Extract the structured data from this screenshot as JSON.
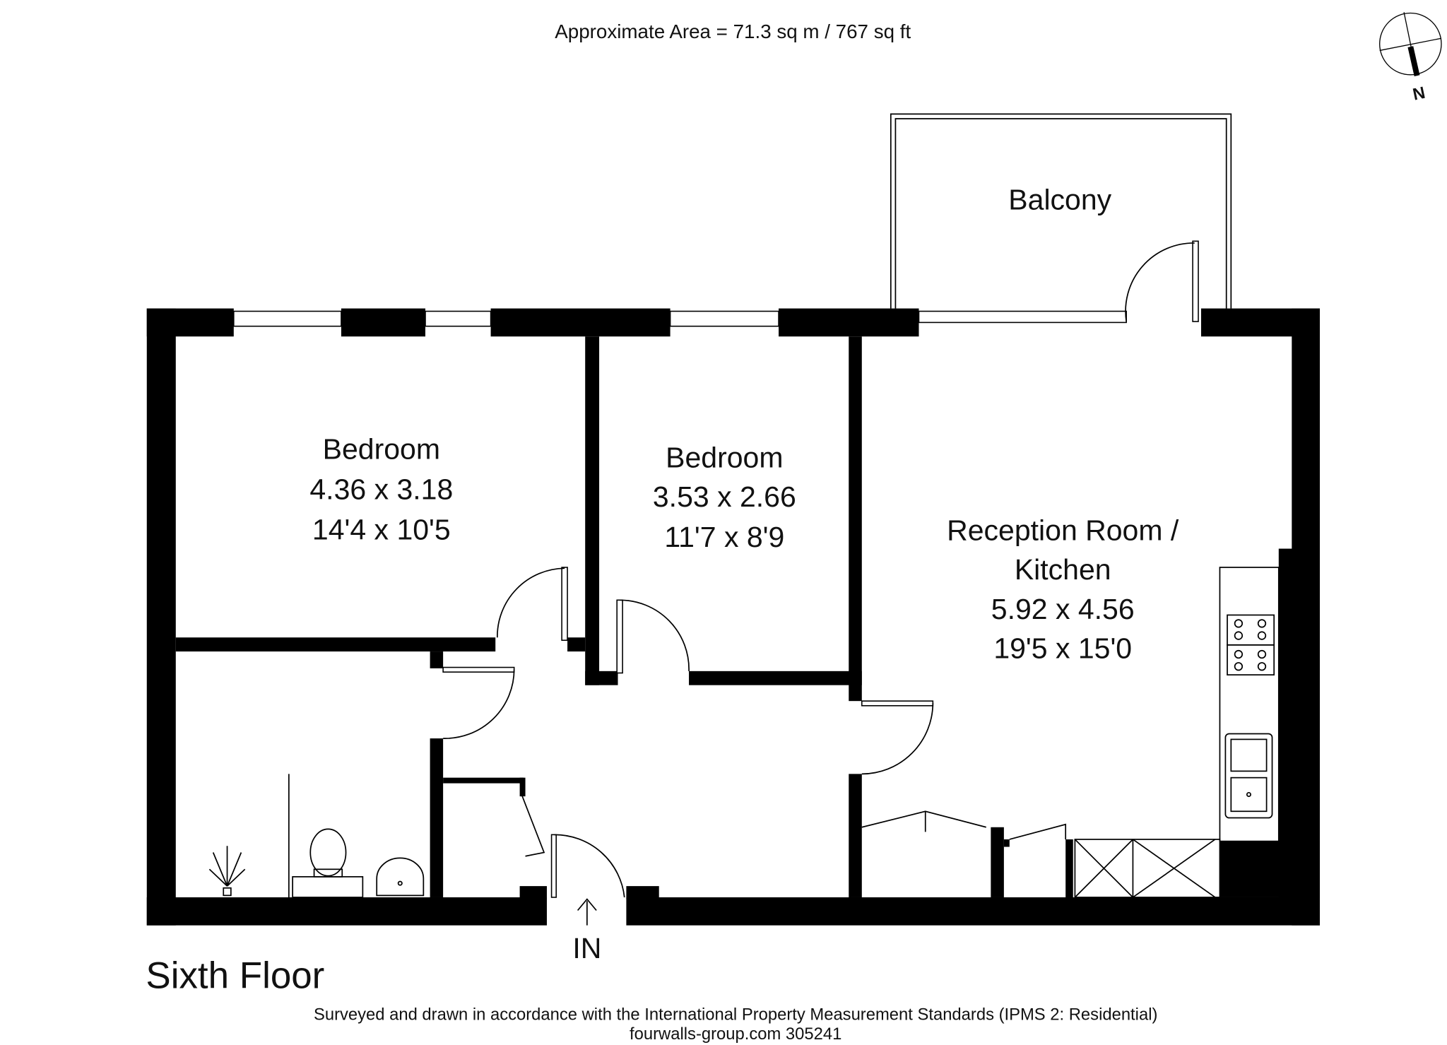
{
  "header": {
    "area": "Approximate Area = 71.3 sq m / 767 sq ft"
  },
  "compass": {
    "label": "N"
  },
  "rooms": [
    {
      "name": "Balcony"
    },
    {
      "name": "Bedroom",
      "metric": "4.36 x 3.18",
      "imperial": "14'4 x 10'5"
    },
    {
      "name": "Bedroom",
      "metric": "3.53 x 2.66",
      "imperial": "11'7 x 8'9"
    },
    {
      "name": "Reception Room /",
      "name2": "Kitchen",
      "metric": "5.92 x 4.56",
      "imperial": "19'5 x 15'0"
    }
  ],
  "entrance": {
    "label": "IN"
  },
  "floor": {
    "label": "Sixth Floor"
  },
  "footer": {
    "line1": "Surveyed and drawn in accordance with the International Property Measurement Standards (IPMS 2: Residential)",
    "line2": "fourwalls-group.com 305241"
  }
}
